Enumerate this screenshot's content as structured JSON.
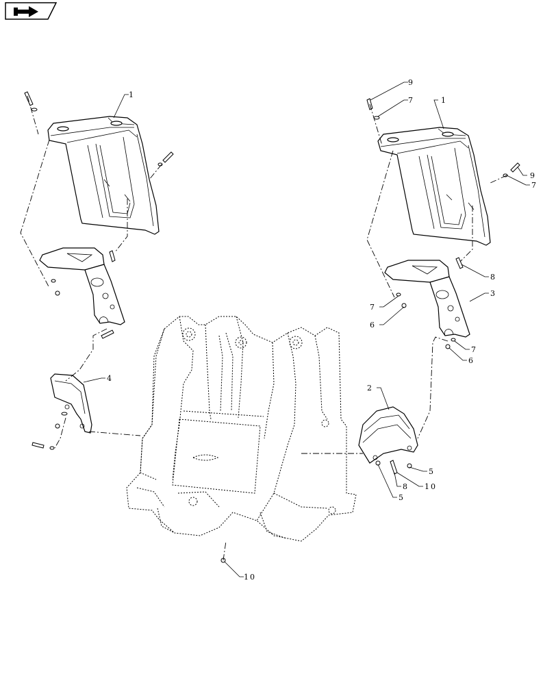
{
  "nav_icon": "next-page-arrow-icon",
  "callouts": {
    "c1_left": "1",
    "c1_right": "1",
    "c9_top": "9",
    "c7_top": "7",
    "c9_side": "9",
    "c7_side": "7",
    "c8_upper": "8",
    "c3": "3",
    "c7_mid": "7",
    "c6_mid": "6",
    "c7_lower": "7",
    "c6_lower": "6",
    "c4": "4",
    "c2": "2",
    "c5_right": "5",
    "c8_lower": "8",
    "c10_right": "10",
    "c5_lower": "5",
    "c10_bottom": "10"
  }
}
